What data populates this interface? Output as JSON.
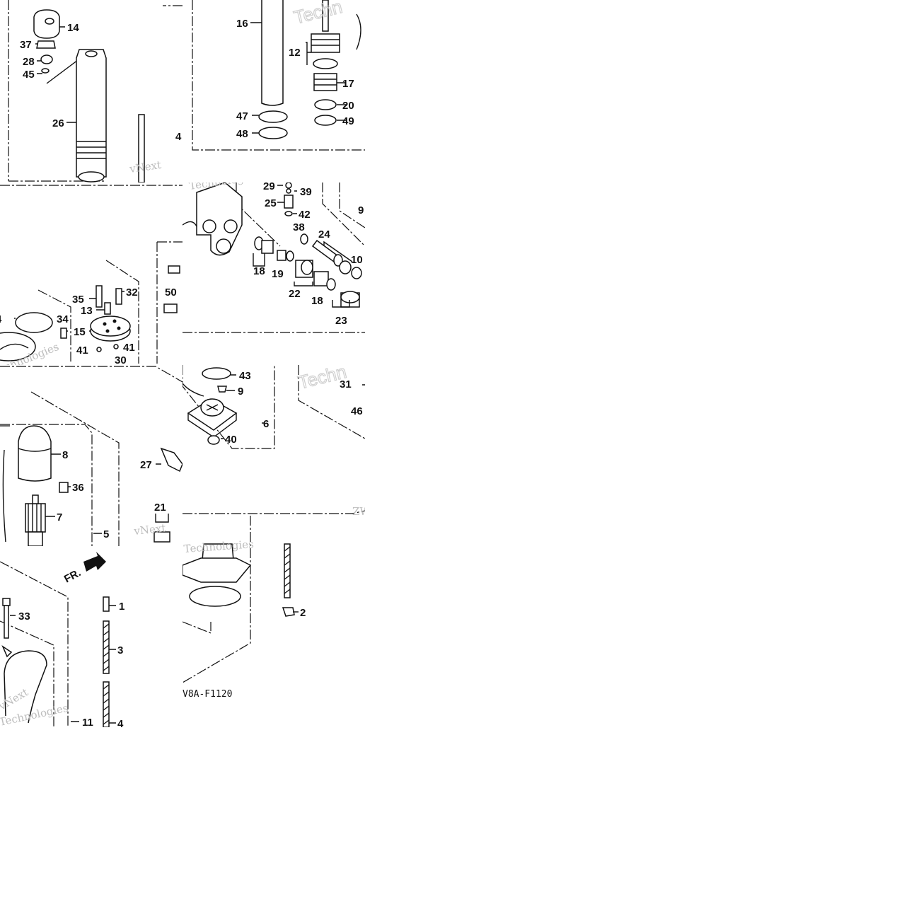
{
  "diagram": {
    "code": "V8A-F1120",
    "watermarks": {
      "brand": "vNext",
      "brand2": "Technologies",
      "brand_short": "Techn",
      "partial": "ZW"
    },
    "parts": {
      "p1": "1",
      "p2": "2",
      "p3": "3",
      "p4": "4",
      "p5": "5",
      "p6": "6",
      "p7": "7",
      "p8": "8",
      "p9": "9",
      "p10": "10",
      "p11": "11",
      "p12": "12",
      "p13": "13",
      "p14": "14",
      "p15": "15",
      "p16": "16",
      "p17": "17",
      "p18": "18",
      "p19": "19",
      "p20": "20",
      "p21": "21",
      "p22": "22",
      "p23": "23",
      "p24": "24",
      "p25": "25",
      "p26": "26",
      "p27": "27",
      "p28": "28",
      "p29": "29",
      "p30": "30",
      "p31": "31",
      "p32": "32",
      "p33": "33",
      "p34": "34",
      "p35": "35",
      "p36": "36",
      "p37": "37",
      "p38": "38",
      "p39": "39",
      "p40": "40",
      "p41": "41",
      "p42": "42",
      "p43": "43",
      "p45": "45",
      "p46": "46",
      "p47": "47",
      "p48": "48",
      "p49": "49",
      "p50": "50"
    },
    "front_arrow": "FR.",
    "line_color": "#111111",
    "watermark_color": "#bdbdbd"
  }
}
